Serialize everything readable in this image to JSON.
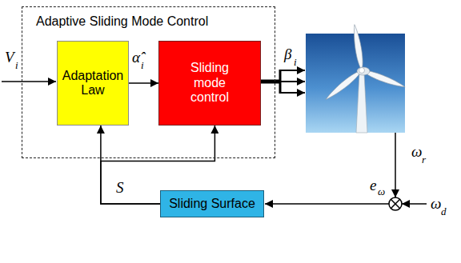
{
  "diagram": {
    "nodes": [
      {
        "text": [
          "Adaptive Sliding Mode Control"
        ]
      },
      {
        "text": [
          "Adaptation Law"
        ],
        "in": 0
      },
      {
        "text": [
          "Sliding mode control"
        ],
        "in": 0
      },
      {
        "text": [
          "Sliding Surface"
        ]
      }
    ],
    "edges": [
      {
        "from": 1,
        "to": 2,
        "arrow": "to"
      },
      {
        "from": 3,
        "to": 1,
        "arrow": "to"
      },
      {
        "from": 3,
        "to": 2,
        "arrow": "to"
      }
    ],
    "labels": [
      "V",
      "i",
      "α̂",
      "i",
      "β",
      "i",
      "S",
      "ω",
      "r",
      "e",
      "ω",
      "ω",
      "d"
    ]
  }
}
